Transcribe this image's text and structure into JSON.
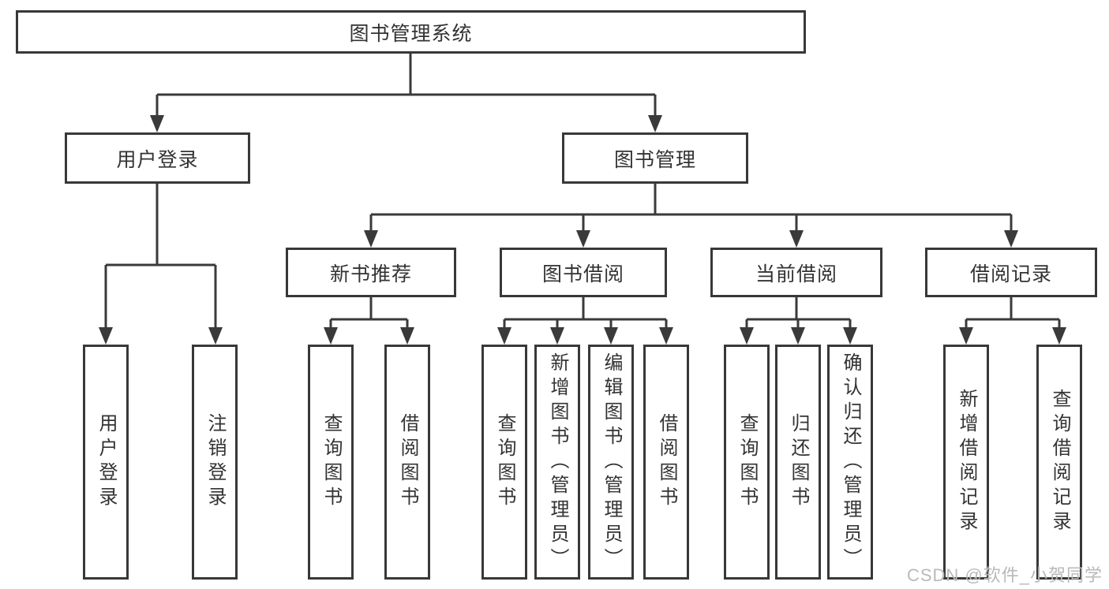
{
  "tree": {
    "root": {
      "label": "图书管理系统"
    },
    "level2": [
      {
        "label": "用户登录",
        "leaves": [
          "用户登录",
          "注销登录"
        ]
      },
      {
        "label": "图书管理"
      }
    ],
    "level3": [
      {
        "label": "新书推荐",
        "leaves": [
          "查询图书",
          "借阅图书"
        ]
      },
      {
        "label": "图书借阅",
        "leaves": [
          "查询图书",
          "新增图书（管理员）",
          "编辑图书（管理员）",
          "借阅图书"
        ]
      },
      {
        "label": "当前借阅",
        "leaves": [
          "查询图书",
          "归还图书",
          "确认归还（管理员）"
        ]
      },
      {
        "label": "借阅记录",
        "leaves": [
          "新增借阅记录",
          "查询借阅记录"
        ]
      }
    ]
  },
  "watermark": "CSDN @软件_小贺同学",
  "colors": {
    "line": "#3a3a3a",
    "text": "#333333",
    "watermark": "#b9b9b9",
    "background": "#ffffff"
  }
}
